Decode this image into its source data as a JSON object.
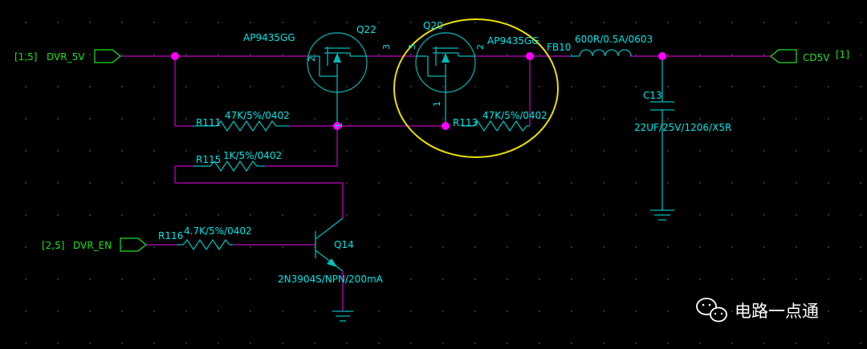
{
  "nets": {
    "dvr_5v": {
      "ref": "[1,5]",
      "name": "DVR_5V"
    },
    "dvr_en": {
      "ref": "[2,5]",
      "name": "DVR_EN"
    },
    "cd5v": {
      "ref": "[1]",
      "name": "CD5V"
    }
  },
  "q22": {
    "ref": "Q22",
    "part": "AP9435GG",
    "pin2": "2",
    "pin3": "3",
    "pin1": "1"
  },
  "q20": {
    "ref": "Q20",
    "part": "AP9435GG",
    "pin3": "3",
    "pin2": "2",
    "pin1": "1"
  },
  "fb10": {
    "ref": "FB10",
    "value": "600R/0.5A/0603"
  },
  "c13": {
    "ref": "C13",
    "value": "22UF/25V/1206/X5R"
  },
  "r111": {
    "ref": "R111",
    "value": "47K/5%/0402"
  },
  "r113": {
    "ref": "R113",
    "value": "47K/5%/0402"
  },
  "r115": {
    "ref": "R115",
    "value": "1K/5%/0402"
  },
  "r116": {
    "ref": "R116",
    "value": "4.7K/5%/0402"
  },
  "q14": {
    "ref": "Q14",
    "part": "2N3904S/NPN/200mA"
  },
  "watermark": {
    "text": "电路一点通",
    "icon": "wechat-icon"
  },
  "colors": {
    "wire": "#c000c0",
    "junction": "#ff00ff",
    "component": "#00b8b8",
    "net_label": "#1ee01e",
    "highlight": "#e8e000"
  }
}
